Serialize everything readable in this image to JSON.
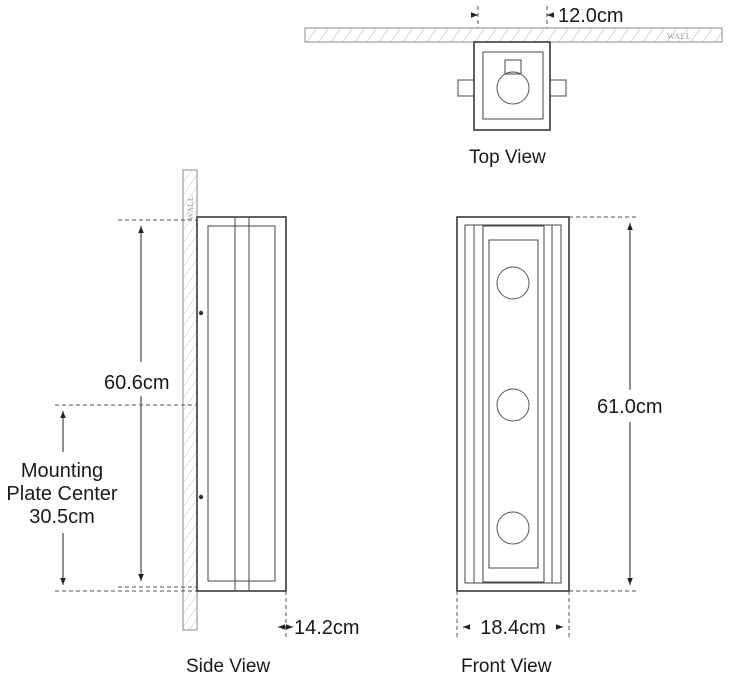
{
  "views": {
    "top": {
      "title": "Top View",
      "depth_dim": "12.0cm",
      "wall_label": "WALL"
    },
    "side": {
      "title": "Side View",
      "height_dim": "60.6cm",
      "depth_dim": "14.2cm",
      "wall_label": "WALL",
      "mounting_label_line1": "Mounting",
      "mounting_label_line2": "Plate Center",
      "mounting_value": "30.5cm"
    },
    "front": {
      "title": "Front View",
      "height_dim": "61.0cm",
      "width_dim": "18.4cm"
    }
  }
}
